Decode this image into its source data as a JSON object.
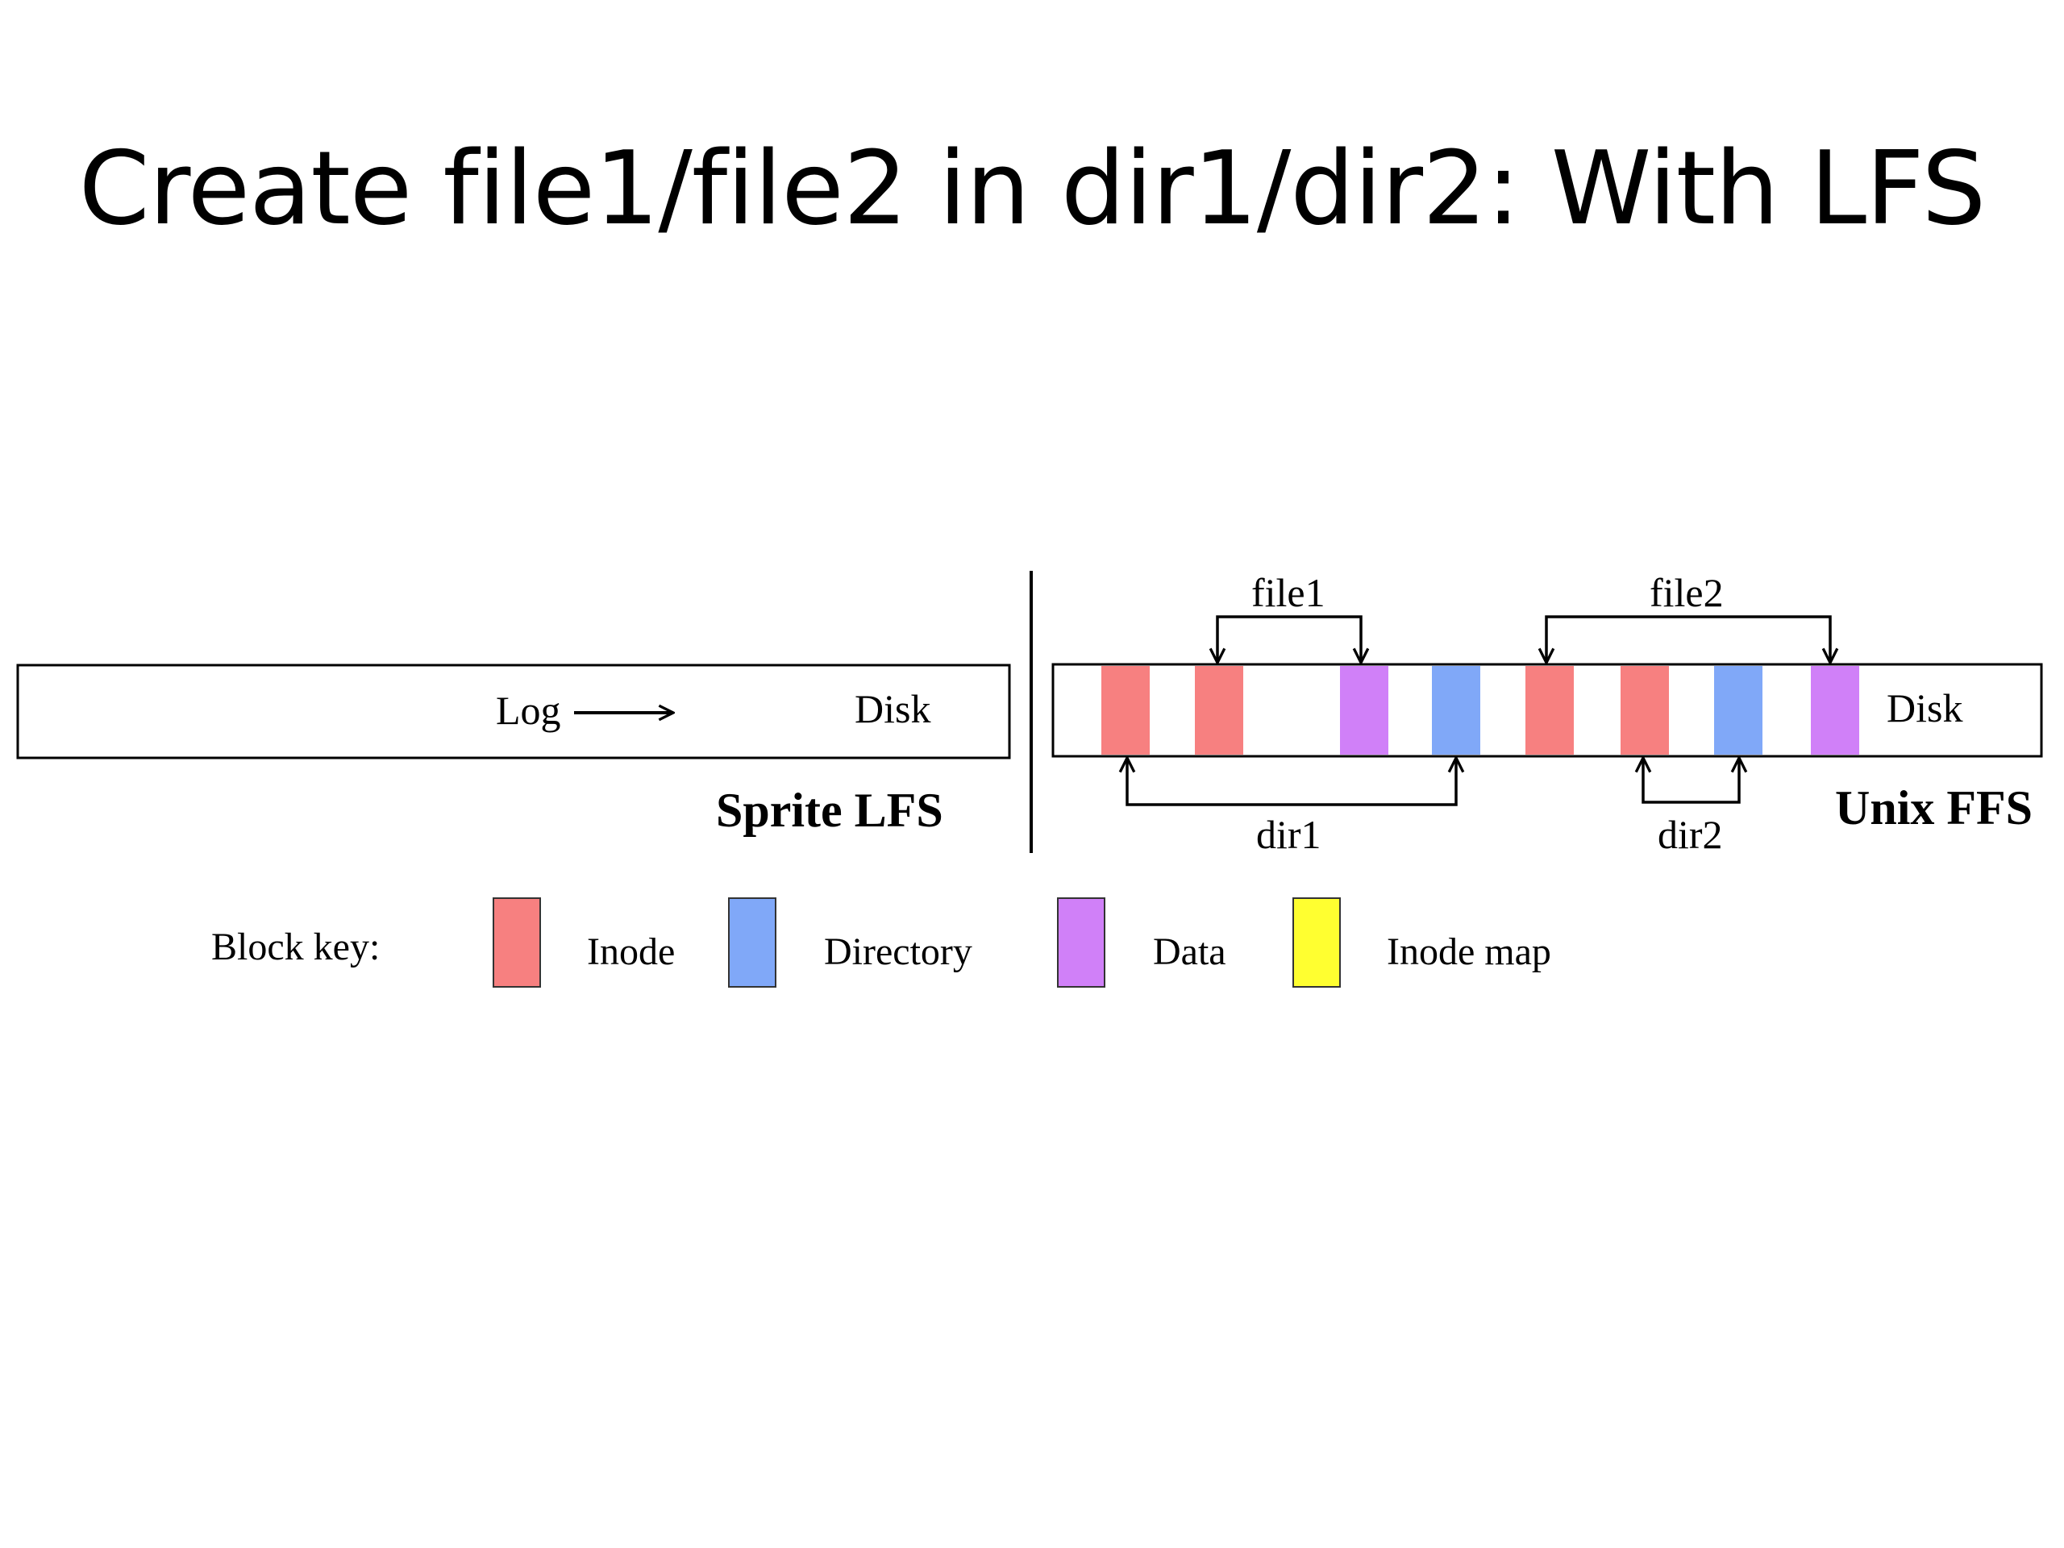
{
  "slide": {
    "title": "Create file1/file2 in dir1/dir2: With LFS"
  },
  "colors": {
    "inode": "#f78080",
    "directory": "#80a8f8",
    "data": "#d080f8",
    "inode_map": "#ffff30"
  },
  "sprite_lfs": {
    "log_label": "Log",
    "disk_label": "Disk",
    "caption": "Sprite LFS"
  },
  "unix_ffs": {
    "disk_label": "Disk",
    "caption": "Unix FFS",
    "file1_label": "file1",
    "file2_label": "file2",
    "dir1_label": "dir1",
    "dir2_label": "dir2",
    "blocks": [
      "inode",
      "inode",
      "data",
      "directory",
      "inode",
      "inode",
      "directory",
      "data"
    ]
  },
  "block_key": {
    "label": "Block key:",
    "items": [
      {
        "kind": "inode",
        "label": "Inode"
      },
      {
        "kind": "directory",
        "label": "Directory"
      },
      {
        "kind": "data",
        "label": "Data"
      },
      {
        "kind": "inode_map",
        "label": "Inode map"
      }
    ]
  }
}
